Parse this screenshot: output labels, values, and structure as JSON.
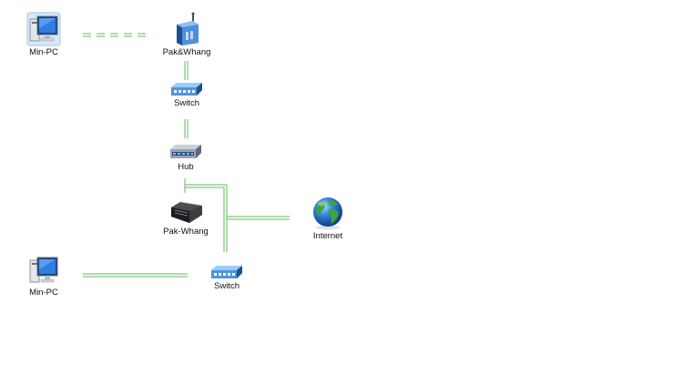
{
  "nodes": {
    "min_pc_top": {
      "label": "Min-PC",
      "icon": "computer-icon"
    },
    "pak_whang_router": {
      "label": "Pak&Whang",
      "icon": "wireless-router-icon"
    },
    "switch_top": {
      "label": "Switch",
      "icon": "switch-icon"
    },
    "hub": {
      "label": "Hub",
      "icon": "hub-icon"
    },
    "pak_whang_gateway": {
      "label": "Pak-Whang",
      "icon": "gateway-icon"
    },
    "internet": {
      "label": "Internet",
      "icon": "globe-icon"
    },
    "min_pc_bottom": {
      "label": "Min-PC",
      "icon": "computer-icon"
    },
    "switch_bottom": {
      "label": "Switch",
      "icon": "switch-icon"
    }
  },
  "colors": {
    "link_wired": "#5fb85a",
    "link_wireless": "#5fb85a"
  }
}
